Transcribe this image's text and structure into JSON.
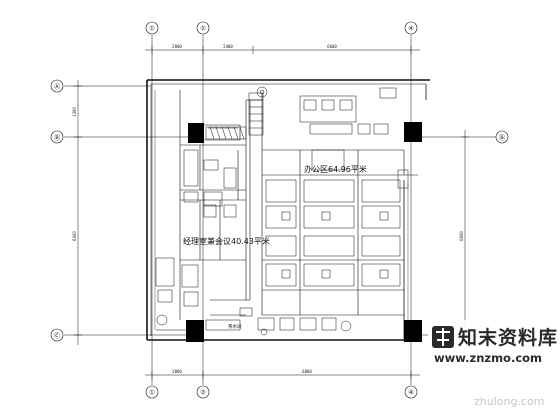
{
  "axes": {
    "top": [
      "①",
      "②",
      "④"
    ],
    "bottom": [
      "①",
      "②",
      "④"
    ],
    "left": [
      "Ⓐ",
      "Ⓑ",
      "Ⓒ"
    ],
    "right": [
      "Ⓑ",
      "Ⓒ"
    ]
  },
  "rooms": {
    "office_label": "办公区64.96平米",
    "meeting_label": "经理室兼会议40.43平米",
    "pantry_label": "茶水间"
  },
  "dimensions": {
    "top_segments": [
      "2800",
      "2400",
      "6600"
    ],
    "bottom_segments": [
      "2800",
      "6800"
    ],
    "left_segments": [
      "1300",
      "6000"
    ],
    "right_segments": [
      "6600"
    ]
  },
  "watermark": {
    "brand": "知末资料库",
    "url": "www.znzmo.com",
    "faint": "zhulong.com"
  },
  "colors": {
    "line": "#111111",
    "column_fill": "#000000",
    "watermark_bg": "#ffffff"
  }
}
